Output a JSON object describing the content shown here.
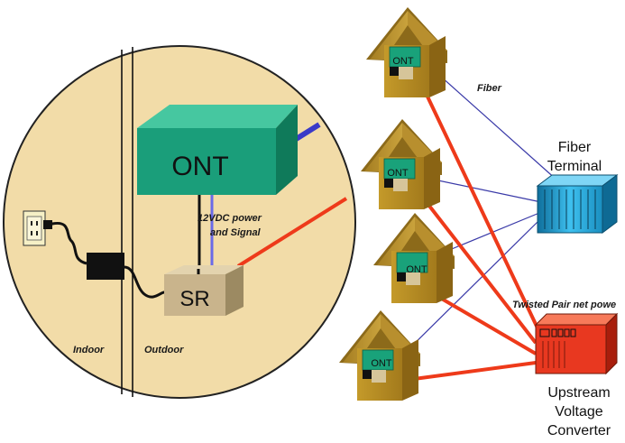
{
  "labels": {
    "ont_big": "ONT",
    "sr": "SR",
    "power_signal_line1": "12VDC power",
    "power_signal_line2": "and Signal",
    "indoor": "Indoor",
    "outdoor": "Outdoor",
    "fiber": "Fiber",
    "fiber_terminal_line1": "Fiber",
    "fiber_terminal_line2": "Terminal",
    "twisted_pair": "Twisted Pair net powe",
    "converter_line1": "Upstream",
    "converter_line2": "Voltage",
    "converter_line3": "Converter",
    "house_ont": "ONT"
  },
  "colors": {
    "circle_fill": "#f2dca8",
    "ont_box": "#1a9e7a",
    "sr_box": "#c9b48c",
    "house": "#c8a23a",
    "fiber_line": "#3a3aa8",
    "copper_line": "#ee3a1a",
    "fiber_terminal": "#1e9fd6",
    "converter": "#e83820"
  }
}
